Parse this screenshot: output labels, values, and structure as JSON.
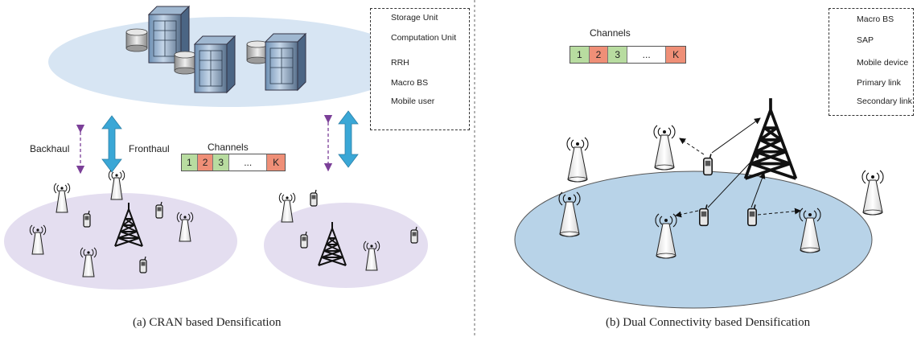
{
  "left": {
    "backhaul": "Backhaul",
    "fronthaul": "Fronthaul",
    "channels_title": "Channels",
    "channels": [
      "1",
      "2",
      "3",
      "...",
      "K"
    ],
    "caption": "(a)  CRAN based  Densification",
    "legend": {
      "storage": "Storage Unit",
      "computation": "Computation Unit",
      "rrh": "RRH",
      "macro": "Macro BS",
      "user": "Mobile user"
    }
  },
  "right": {
    "channels_title": "Channels",
    "channels": [
      "1",
      "2",
      "3",
      "...",
      "K"
    ],
    "caption": "(b)  Dual Connectivity based  Densification",
    "legend": {
      "macro": "Macro BS",
      "sap": "SAP",
      "device": "Mobile device",
      "primary": "Primary link",
      "secondary": "Secondary link"
    }
  },
  "colors": {
    "cloud": "#d7e5f3",
    "cran_cluster": "#e4def0",
    "dc_cell": "#b8d3e8",
    "channel_green": "#b8dca0",
    "channel_red": "#ef8f77",
    "fronthaul_arrow": "#3aa7d6",
    "backhaul_arrow": "#7b3f98"
  }
}
